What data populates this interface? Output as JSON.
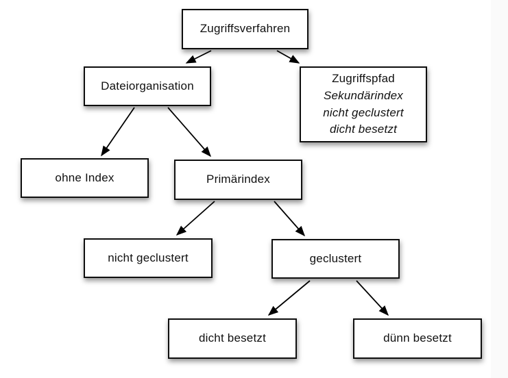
{
  "diagram": {
    "title": "Zugriffsverfahren tree",
    "nodes": [
      {
        "id": "zugriffsverfahren",
        "label": "Zugriffsverfahren"
      },
      {
        "id": "dateiorganisation",
        "label": "Dateiorganisation"
      },
      {
        "id": "zugriffspfad",
        "label": "Zugriffspfad",
        "sublabels": [
          "Sekundärindex",
          "nicht geclustert",
          "dicht besetzt"
        ]
      },
      {
        "id": "ohne-index",
        "label": "ohne Index"
      },
      {
        "id": "primaerindex",
        "label": "Primärindex"
      },
      {
        "id": "nicht-geclustert",
        "label": "nicht geclustert"
      },
      {
        "id": "geclustert",
        "label": "geclustert"
      },
      {
        "id": "dicht-besetzt",
        "label": "dicht besetzt"
      },
      {
        "id": "duenn-besetzt",
        "label": "dünn besetzt"
      }
    ],
    "edges": [
      {
        "from": "zugriffsverfahren",
        "to": "dateiorganisation"
      },
      {
        "from": "zugriffsverfahren",
        "to": "zugriffspfad"
      },
      {
        "from": "dateiorganisation",
        "to": "ohne-index"
      },
      {
        "from": "dateiorganisation",
        "to": "primaerindex"
      },
      {
        "from": "primaerindex",
        "to": "nicht-geclustert"
      },
      {
        "from": "primaerindex",
        "to": "geclustert"
      },
      {
        "from": "geclustert",
        "to": "dicht-besetzt"
      },
      {
        "from": "geclustert",
        "to": "duenn-besetzt"
      }
    ],
    "colors": {
      "box_border": "#0e0e0e",
      "box_fill": "#ffffff",
      "arrow": "#000000",
      "background": "#ffffff",
      "right_margin_strip": "#fafafa"
    }
  }
}
